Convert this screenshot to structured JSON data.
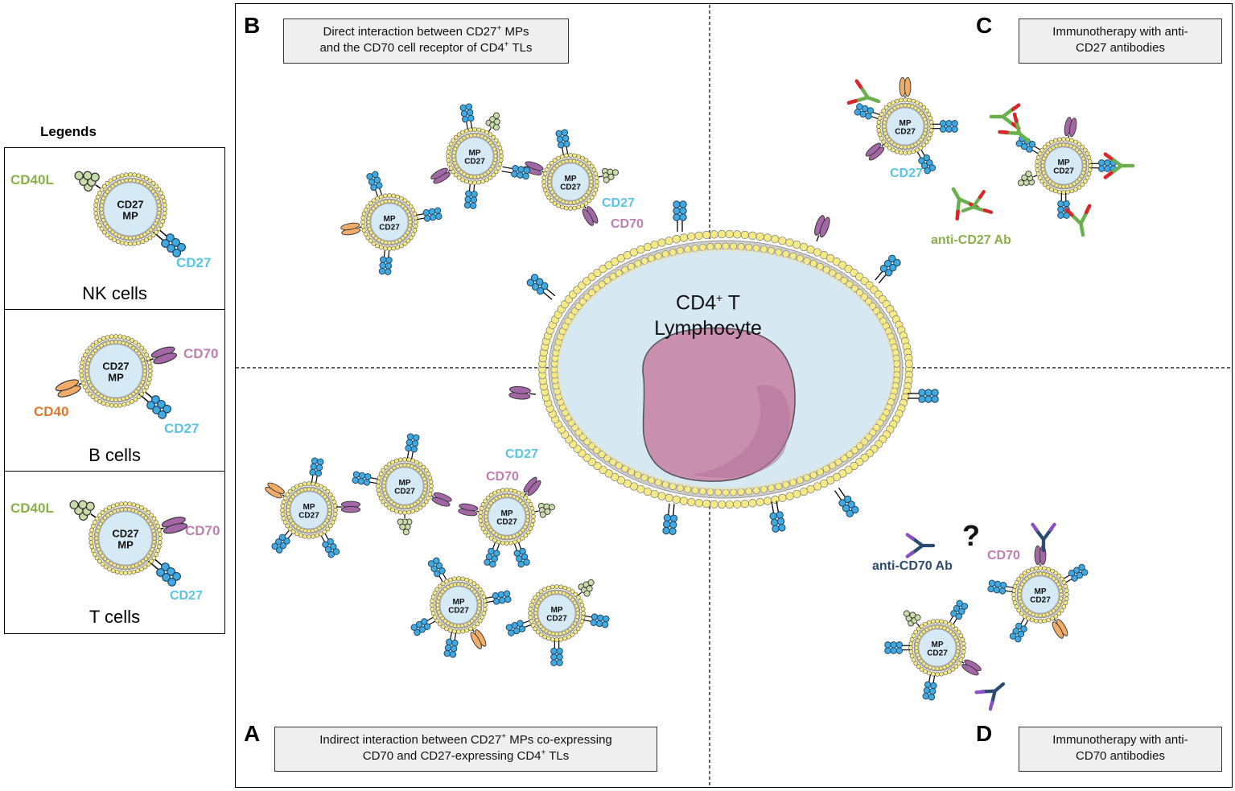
{
  "legend": {
    "title": "Legends",
    "nk": {
      "cell": "NK cells",
      "mp_label": "CD27\nMP",
      "labels": {
        "cd40l": "CD40L",
        "cd27": "CD27"
      }
    },
    "b": {
      "cell": "B cells",
      "mp_label": "CD27\nMP",
      "labels": {
        "cd70": "CD70",
        "cd40": "CD40",
        "cd27": "CD27"
      }
    },
    "t": {
      "cell": "T cells",
      "mp_label": "CD27\nMP",
      "labels": {
        "cd40l": "CD40L",
        "cd70": "CD70",
        "cd27": "CD27"
      }
    }
  },
  "panels": {
    "A": {
      "letter": "A",
      "caption_line1_pre": "Indirect interaction between CD27",
      "caption_line1_sup": "+",
      "caption_line1_post": " MPs co-expressing",
      "caption_line2_pre": "CD70 and CD27-expressing CD4",
      "caption_line2_sup": "+",
      "caption_line2_post": " TLs",
      "label_cd27": "CD27",
      "label_cd70": "CD70"
    },
    "B": {
      "letter": "B",
      "caption_line1_pre": "Direct interaction between CD27",
      "caption_line1_sup": "+",
      "caption_line1_post": " MPs",
      "caption_line2_pre": "and the CD70 cell receptor of CD4",
      "caption_line2_sup": "+",
      "caption_line2_post": " TLs",
      "label_cd27": "CD27",
      "label_cd70": "CD70"
    },
    "C": {
      "letter": "C",
      "caption_line1": "Immunotherapy with anti-",
      "caption_line2": "CD27 antibodies",
      "label_cd27": "CD27",
      "label_ab": "anti-CD27 Ab"
    },
    "D": {
      "letter": "D",
      "caption_line1": "Immunotherapy with anti-",
      "caption_line2": "CD70 antibodies",
      "label_cd70": "CD70",
      "label_ab": "anti-CD70 Ab",
      "question": "?"
    }
  },
  "center_cell": {
    "line1_pre": "CD4",
    "line1_sup": "+",
    "line1_post": " T",
    "line2": "Lymphocyte"
  },
  "mp_label": {
    "line1": "MP",
    "line2": "CD27"
  },
  "colors": {
    "membrane_bead": "#f6ea86",
    "membrane_core": "#dceef6",
    "cytoplasm": "#d6e9f3",
    "nucleus": "#c98fae",
    "cd27": "#3fa9e0",
    "cd70": "#a467a6",
    "cd40l": "#c9dca9",
    "cd40": "#f0ac68",
    "anti_cd27_green": "#6ab04c",
    "anti_cd27_red": "#d9262b",
    "anti_cd70_navy": "#2c4b70",
    "anti_cd70_purple": "#8a4fc0"
  }
}
